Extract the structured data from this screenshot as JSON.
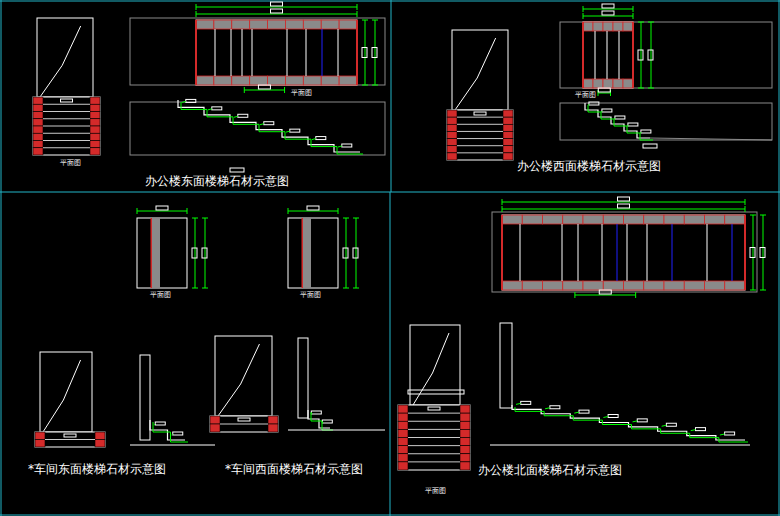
{
  "diagram": {
    "labels": [
      "办公楼东面楼梯石材示意图",
      "办公楼西面楼梯石材示意图",
      "*车间东面楼梯石材示意图",
      "*车间西面楼梯石材示意图",
      "办公楼北面楼梯石材示意图",
      "平面图",
      "平面图",
      "平面图",
      "平面图",
      "平面图",
      "平面图"
    ]
  }
}
